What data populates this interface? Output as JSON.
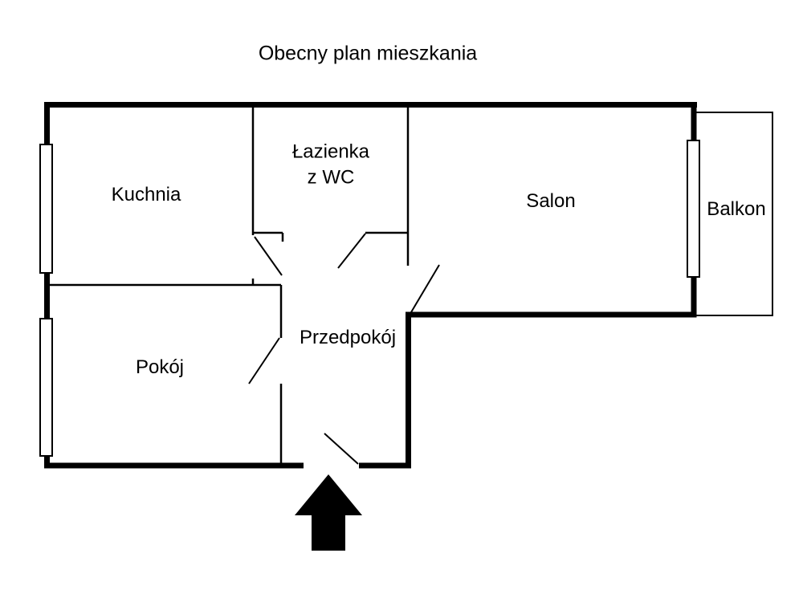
{
  "title": "Obecny plan mieszkania",
  "rooms": {
    "kuchnia": {
      "label": "Kuchnia"
    },
    "lazienka": {
      "line1": "Łazienka",
      "line2": "z WC"
    },
    "salon": {
      "label": "Salon"
    },
    "balkon": {
      "label": "Balkon"
    },
    "pokoj": {
      "label": "Pokój"
    },
    "przedpokoj": {
      "label": "Przedpokój"
    }
  },
  "colors": {
    "wall": "#000000",
    "background": "#ffffff"
  }
}
